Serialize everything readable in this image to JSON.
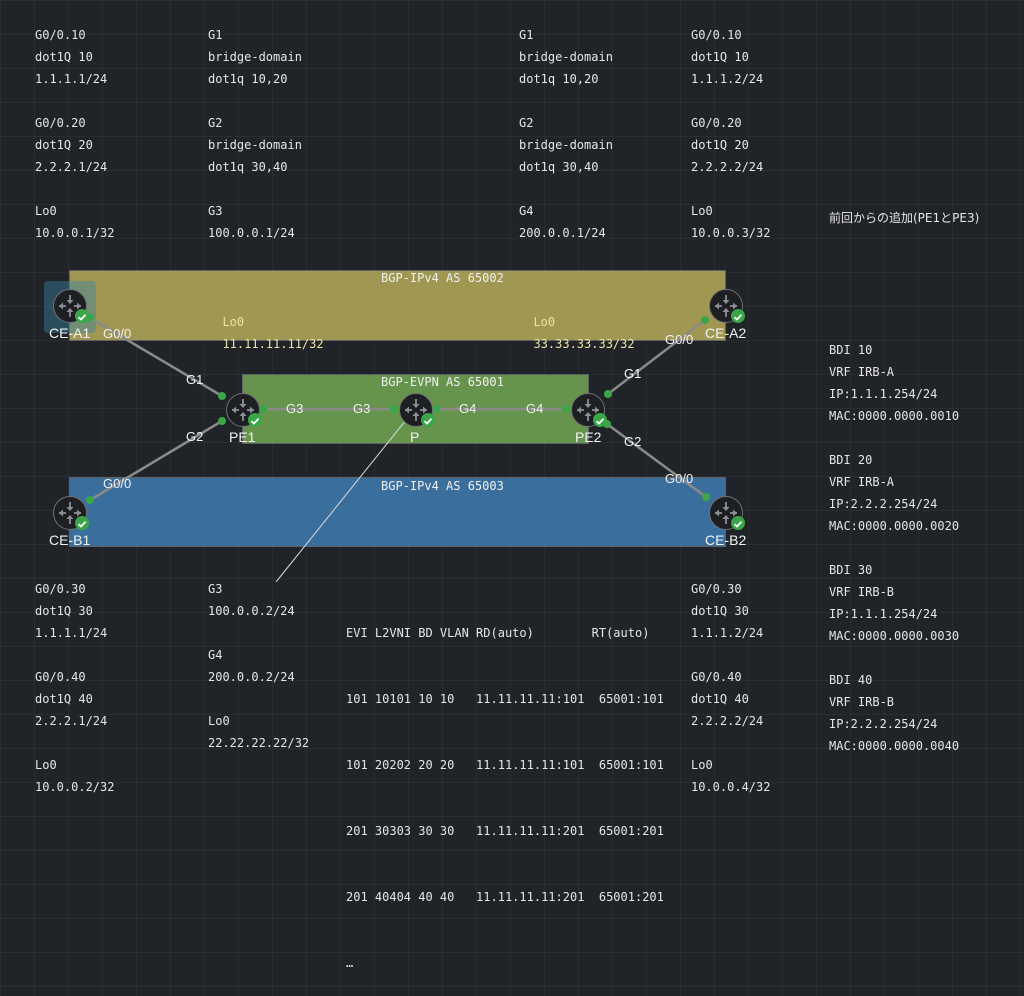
{
  "config_blocks": {
    "ce_a1": [
      "G0/0.10",
      "dot1Q 10",
      "1.1.1.1/24",
      "",
      "G0/0.20",
      "dot1Q 20",
      "2.2.2.1/24",
      "",
      "Lo0",
      "10.0.0.1/32"
    ],
    "pe1": [
      "G1",
      "bridge-domain",
      "dot1q 10,20",
      "",
      "G2",
      "bridge-domain",
      "dot1q 30,40",
      "",
      "G3",
      "100.0.0.1/24"
    ],
    "pe2": [
      "G1",
      "bridge-domain",
      "dot1q 10,20",
      "",
      "G2",
      "bridge-domain",
      "dot1q 30,40",
      "",
      "G4",
      "200.0.0.1/24"
    ],
    "ce_a2": [
      "G0/0.10",
      "dot1Q 10",
      "1.1.1.2/24",
      "",
      "G0/0.20",
      "dot1Q 20",
      "2.2.2.2/24",
      "",
      "Lo0",
      "10.0.0.3/32"
    ],
    "ce_b1": [
      "G0/0.30",
      "dot1Q 30",
      "1.1.1.1/24",
      "",
      "G0/0.40",
      "dot1Q 40",
      "2.2.2.1/24",
      "",
      "Lo0",
      "10.0.0.2/32"
    ],
    "p": [
      "G3",
      "100.0.0.2/24",
      "",
      "G4",
      "200.0.0.2/24",
      "",
      "Lo0",
      "22.22.22.22/32"
    ],
    "ce_b2": [
      "G0/0.30",
      "dot1Q 30",
      "1.1.1.2/24",
      "",
      "G0/0.40",
      "dot1Q 40",
      "2.2.2.2/24",
      "",
      "Lo0",
      "10.0.0.4/32"
    ]
  },
  "additions": {
    "title": "前回からの追加(PE1とPE3)",
    "lines": [
      "BDI 10",
      "VRF IRB-A",
      "IP:1.1.1.254/24",
      "MAC:0000.0000.0010",
      "",
      "BDI 20",
      "VRF IRB-A",
      "IP:2.2.2.254/24",
      "MAC:0000.0000.0020",
      "",
      "BDI 30",
      "VRF IRB-B",
      "IP:1.1.1.254/24",
      "MAC:0000.0000.0030",
      "",
      "BDI 40",
      "VRF IRB-B",
      "IP:2.2.2.254/24",
      "MAC:0000.0000.0040"
    ]
  },
  "evi_table": {
    "header": "EVI L2VNI BD VLAN RD(auto)        RT(auto)",
    "rows": [
      "101 10101 10 10   11.11.11.11:101  65001:101",
      "101 20202 20 20   11.11.11.11:101  65001:101",
      "201 30303 30 30   11.11.11.11:201  65001:201",
      "201 40404 40 40   11.11.11.11:201  65001:201"
    ],
    "ellipsis": "…"
  },
  "zones": {
    "as65002": {
      "title": "BGP-IPv4 AS 65002",
      "color": "#a09752"
    },
    "as65001": {
      "title": "BGP-EVPN AS 65001",
      "color": "#67944d"
    },
    "as65003": {
      "title": "BGP-IPv4 AS 65003",
      "color": "#3a6e9d"
    }
  },
  "loopbacks": {
    "pe1": [
      "Lo0",
      "11.11.11.11/32"
    ],
    "pe2": [
      "Lo0",
      "33.33.33.33/32"
    ]
  },
  "nodes": {
    "ce_a1": "CE-A1",
    "ce_a2": "CE-A2",
    "ce_b1": "CE-B1",
    "ce_b2": "CE-B2",
    "pe1": "PE1",
    "p": "P",
    "pe2": "PE2"
  },
  "interface_labels": {
    "ce_a1_g00": "G0/0",
    "pe1_g1": "G1",
    "pe1_g2": "G2",
    "ce_b1_g00": "G0/0",
    "pe1_g3": "G3",
    "p_g3": "G3",
    "p_g4": "G4",
    "pe2_g4": "G4",
    "ce_a2_g00": "G0/0",
    "pe2_g1": "G1",
    "pe2_g2": "G2",
    "ce_b2_g00": "G0/0"
  },
  "status": {
    "all_nodes": "running",
    "color": "#3aa648"
  }
}
